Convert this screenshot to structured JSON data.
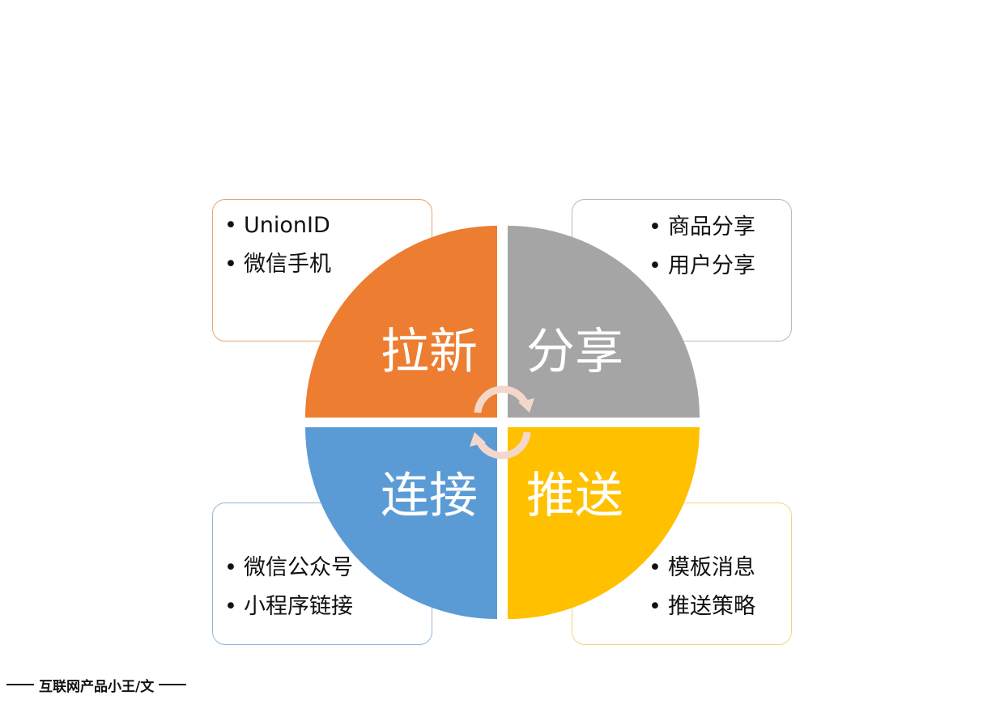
{
  "quadrants": [
    {
      "label": "拉新",
      "color": "#ED7D31"
    },
    {
      "label": "分享",
      "color": "#A5A5A5"
    },
    {
      "label": "连接",
      "color": "#5B9BD5"
    },
    {
      "label": "推送",
      "color": "#FFC000"
    }
  ],
  "cards": {
    "top_left": {
      "items": [
        "UnionID",
        "微信手机"
      ]
    },
    "top_right": {
      "items": [
        "商品分享",
        "用户分享"
      ]
    },
    "bottom_left": {
      "items": [
        "微信公众号",
        "小程序链接"
      ]
    },
    "bottom_right": {
      "items": [
        "模板消息",
        "推送策略"
      ]
    }
  },
  "cycle_arrow_color": "#F4D7CB",
  "footer": {
    "text": "互联网产品小王/文"
  }
}
